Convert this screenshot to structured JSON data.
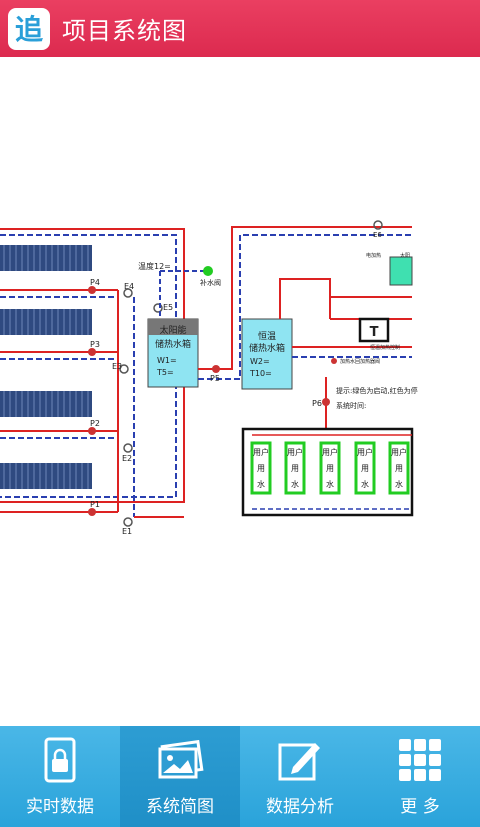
{
  "app": {
    "title": "项目系统图",
    "logo_glyph": "追",
    "accent_color": "#e23556",
    "tabbar_color": "#3aaee2"
  },
  "diagram": {
    "solar_tank": {
      "title_line1": "太阳能",
      "title_line2": "储热水箱",
      "reading1": "W1=",
      "reading2": "T5="
    },
    "const_tank": {
      "title_line1": "恒温",
      "title_line2": "储热水箱",
      "reading1": "W2=",
      "reading2": "T10="
    },
    "temperature_label": "温度12=",
    "temp_box": "T",
    "pumps": [
      "P4",
      "P3",
      "P2",
      "P1",
      "P5",
      "P6"
    ],
    "valves": [
      "E4",
      "E5",
      "E3",
      "E2",
      "E1",
      "E6"
    ],
    "small_label_1": "补水阀",
    "small_label_2": "电加热",
    "small_label_3": "太阳",
    "small_label_4": "恒温加热控制",
    "small_label_5": "加热水回加热器阀",
    "hint_line1": "提示:绿色为启动,红色为停",
    "hint_line2": "系统时间:",
    "user_water": [
      "用户用水",
      "用户用水",
      "用户用水",
      "用户用水",
      "用户用水"
    ],
    "user_water_chars": [
      "用",
      "户",
      "用",
      "水"
    ]
  },
  "tabs": [
    {
      "label": "实时数据",
      "icon": "phone-lock-icon"
    },
    {
      "label": "系统简图",
      "icon": "picture-icon"
    },
    {
      "label": "数据分析",
      "icon": "edit-icon"
    },
    {
      "label": "更 多",
      "icon": "grid-icon"
    }
  ]
}
